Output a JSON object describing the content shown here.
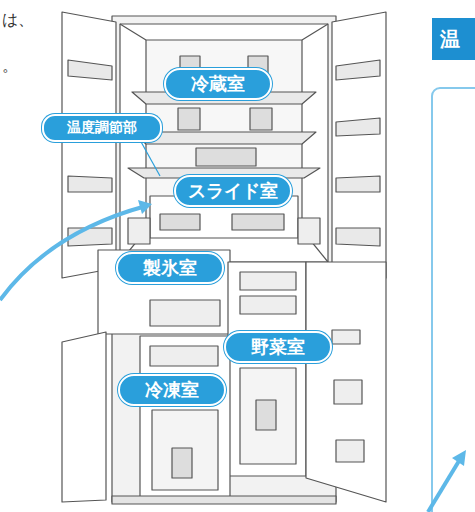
{
  "diagram": {
    "nodes": [
      {
        "text": [
          "冷蔵室"
        ]
      },
      {
        "text": [
          "温度調節部"
        ]
      },
      {
        "text": [
          "スライド室"
        ]
      },
      {
        "text": [
          "製氷室"
        ]
      },
      {
        "text": [
          "野菜室"
        ]
      },
      {
        "text": [
          "冷凍室"
        ]
      },
      {
        "text": [
          "温"
        ]
      }
    ],
    "labels": [
      "は、",
      "。"
    ]
  }
}
